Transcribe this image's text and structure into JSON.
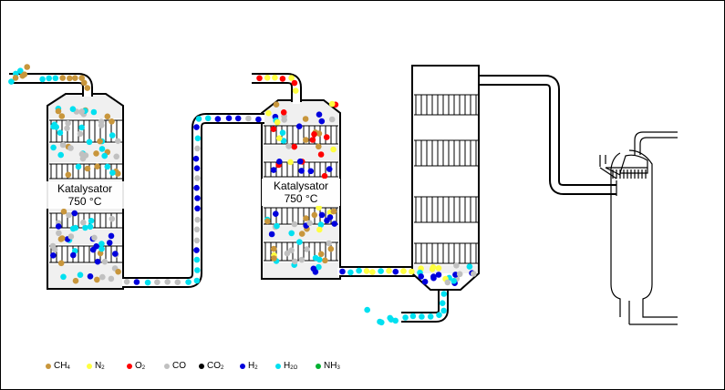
{
  "labels": {
    "reactor1": {
      "name": "Katalysator",
      "temp": "750 °C"
    },
    "reactor2": {
      "name": "Katalysator",
      "temp": "750 °C"
    }
  },
  "legend": [
    {
      "formula": "CH",
      "sub": "4",
      "color": "#c8963c"
    },
    {
      "formula": "N",
      "sub": "2",
      "color": "#ffff40"
    },
    {
      "formula": "O",
      "sub": "2",
      "color": "#ff0000"
    },
    {
      "formula": "CO",
      "sub": "",
      "color": "#c0c0c0"
    },
    {
      "formula": "CO",
      "sub": "2",
      "color": "#000000"
    },
    {
      "formula": "H",
      "sub": "2",
      "color": "#0000dd"
    },
    {
      "formula": "H",
      "sub": "2O",
      "color": "#00e0f0"
    },
    {
      "formula": "NH",
      "sub": "3",
      "color": "#00b030"
    }
  ]
}
